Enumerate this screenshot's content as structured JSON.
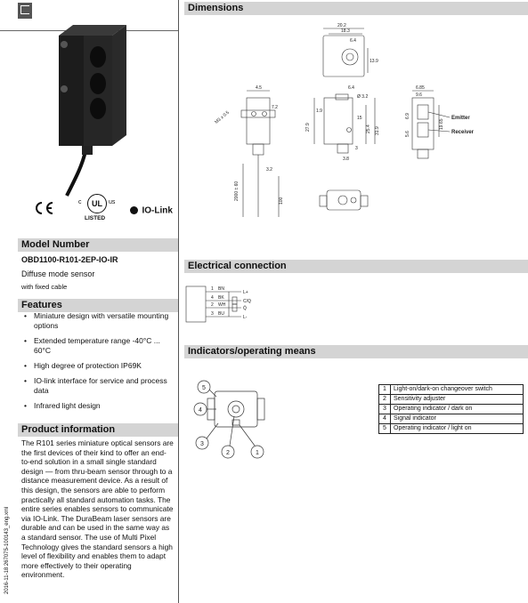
{
  "left": {
    "model_heading": "Model Number",
    "model_number": "OBD1100-R101-2EP-IO-IR",
    "model_description": "Diffuse mode sensor",
    "model_subdescription": "with fixed cable",
    "features_heading": "Features",
    "features": [
      "Miniature design with versatile mounting options",
      "Extended temperature range -40°C ... 60°C",
      "High degree of protection IP69K",
      "IO-link interface for service and process data",
      "Infrared light design"
    ],
    "product_info_heading": "Product information",
    "product_info": "The R101 series miniature optical sensors are the first devices of their kind to offer an end-to-end solution in a small single standard design — from thru-beam sensor through to a distance measurement device. As a result of this design, the sensors are able to perform practically all standard automation tasks. The entire series enables sensors to communicate via IO-Link. The DuraBeam laser sensors are durable and can be used in the same way as a standard sensor. The use of Multi Pixel Technology gives the standard sensors a high level of flexibility and enables them to adapt more effectively to their operating environment.",
    "side_note": "2016-11-18  267075-100143_eng.xml",
    "certs": {
      "ce": "CE",
      "ul": "UL",
      "us": "us",
      "c": "c",
      "listed": "LISTED",
      "iolink": "IO-Link"
    }
  },
  "right": {
    "dimensions_heading": "Dimensions",
    "electrical_heading": "Electrical connection",
    "indicators_heading": "Indicators/operating means",
    "dimension_labels": {
      "d1": "20.2",
      "d2": "18.3",
      "d3": "6.4",
      "d4": "13.9",
      "d5": "6.4",
      "d6": "Ø 3.2",
      "d7": "4.5",
      "d8": "M3 x 0.5",
      "d9": "7.2",
      "d10": "3",
      "d11": "15",
      "d12": "25.4",
      "d13": "31.9",
      "d14": "1.9",
      "d15": "27.9",
      "d16": "3.8",
      "d17": "3.2",
      "d18": "2000 ± 60",
      "d19": "100",
      "d20": "6.85",
      "d21": "9.6",
      "d22": "5.6",
      "d23": "19.65",
      "d24": "6.9"
    },
    "emitter_label": "Emitter",
    "receiver_label": "Receiver",
    "wiring": {
      "bn": "BN",
      "bk": "BK",
      "wh": "WH",
      "bu": "BU",
      "l_plus": "L+",
      "cq": "C/Q",
      "qbar": "Q̄",
      "l_minus": "L-",
      "num1": "1",
      "num2": "4",
      "num3": "2",
      "num4": "3"
    },
    "indicator_rows": [
      {
        "num": "1",
        "text": "Light-on/dark-on changeover switch"
      },
      {
        "num": "2",
        "text": "Sensitivity adjuster"
      },
      {
        "num": "3",
        "text": "Operating indicator / dark on"
      },
      {
        "num": "4",
        "text": "Signal indicator"
      },
      {
        "num": "5",
        "text": "Operating indicator / light on"
      }
    ],
    "callouts": [
      "1",
      "2",
      "3",
      "4",
      "5"
    ]
  }
}
